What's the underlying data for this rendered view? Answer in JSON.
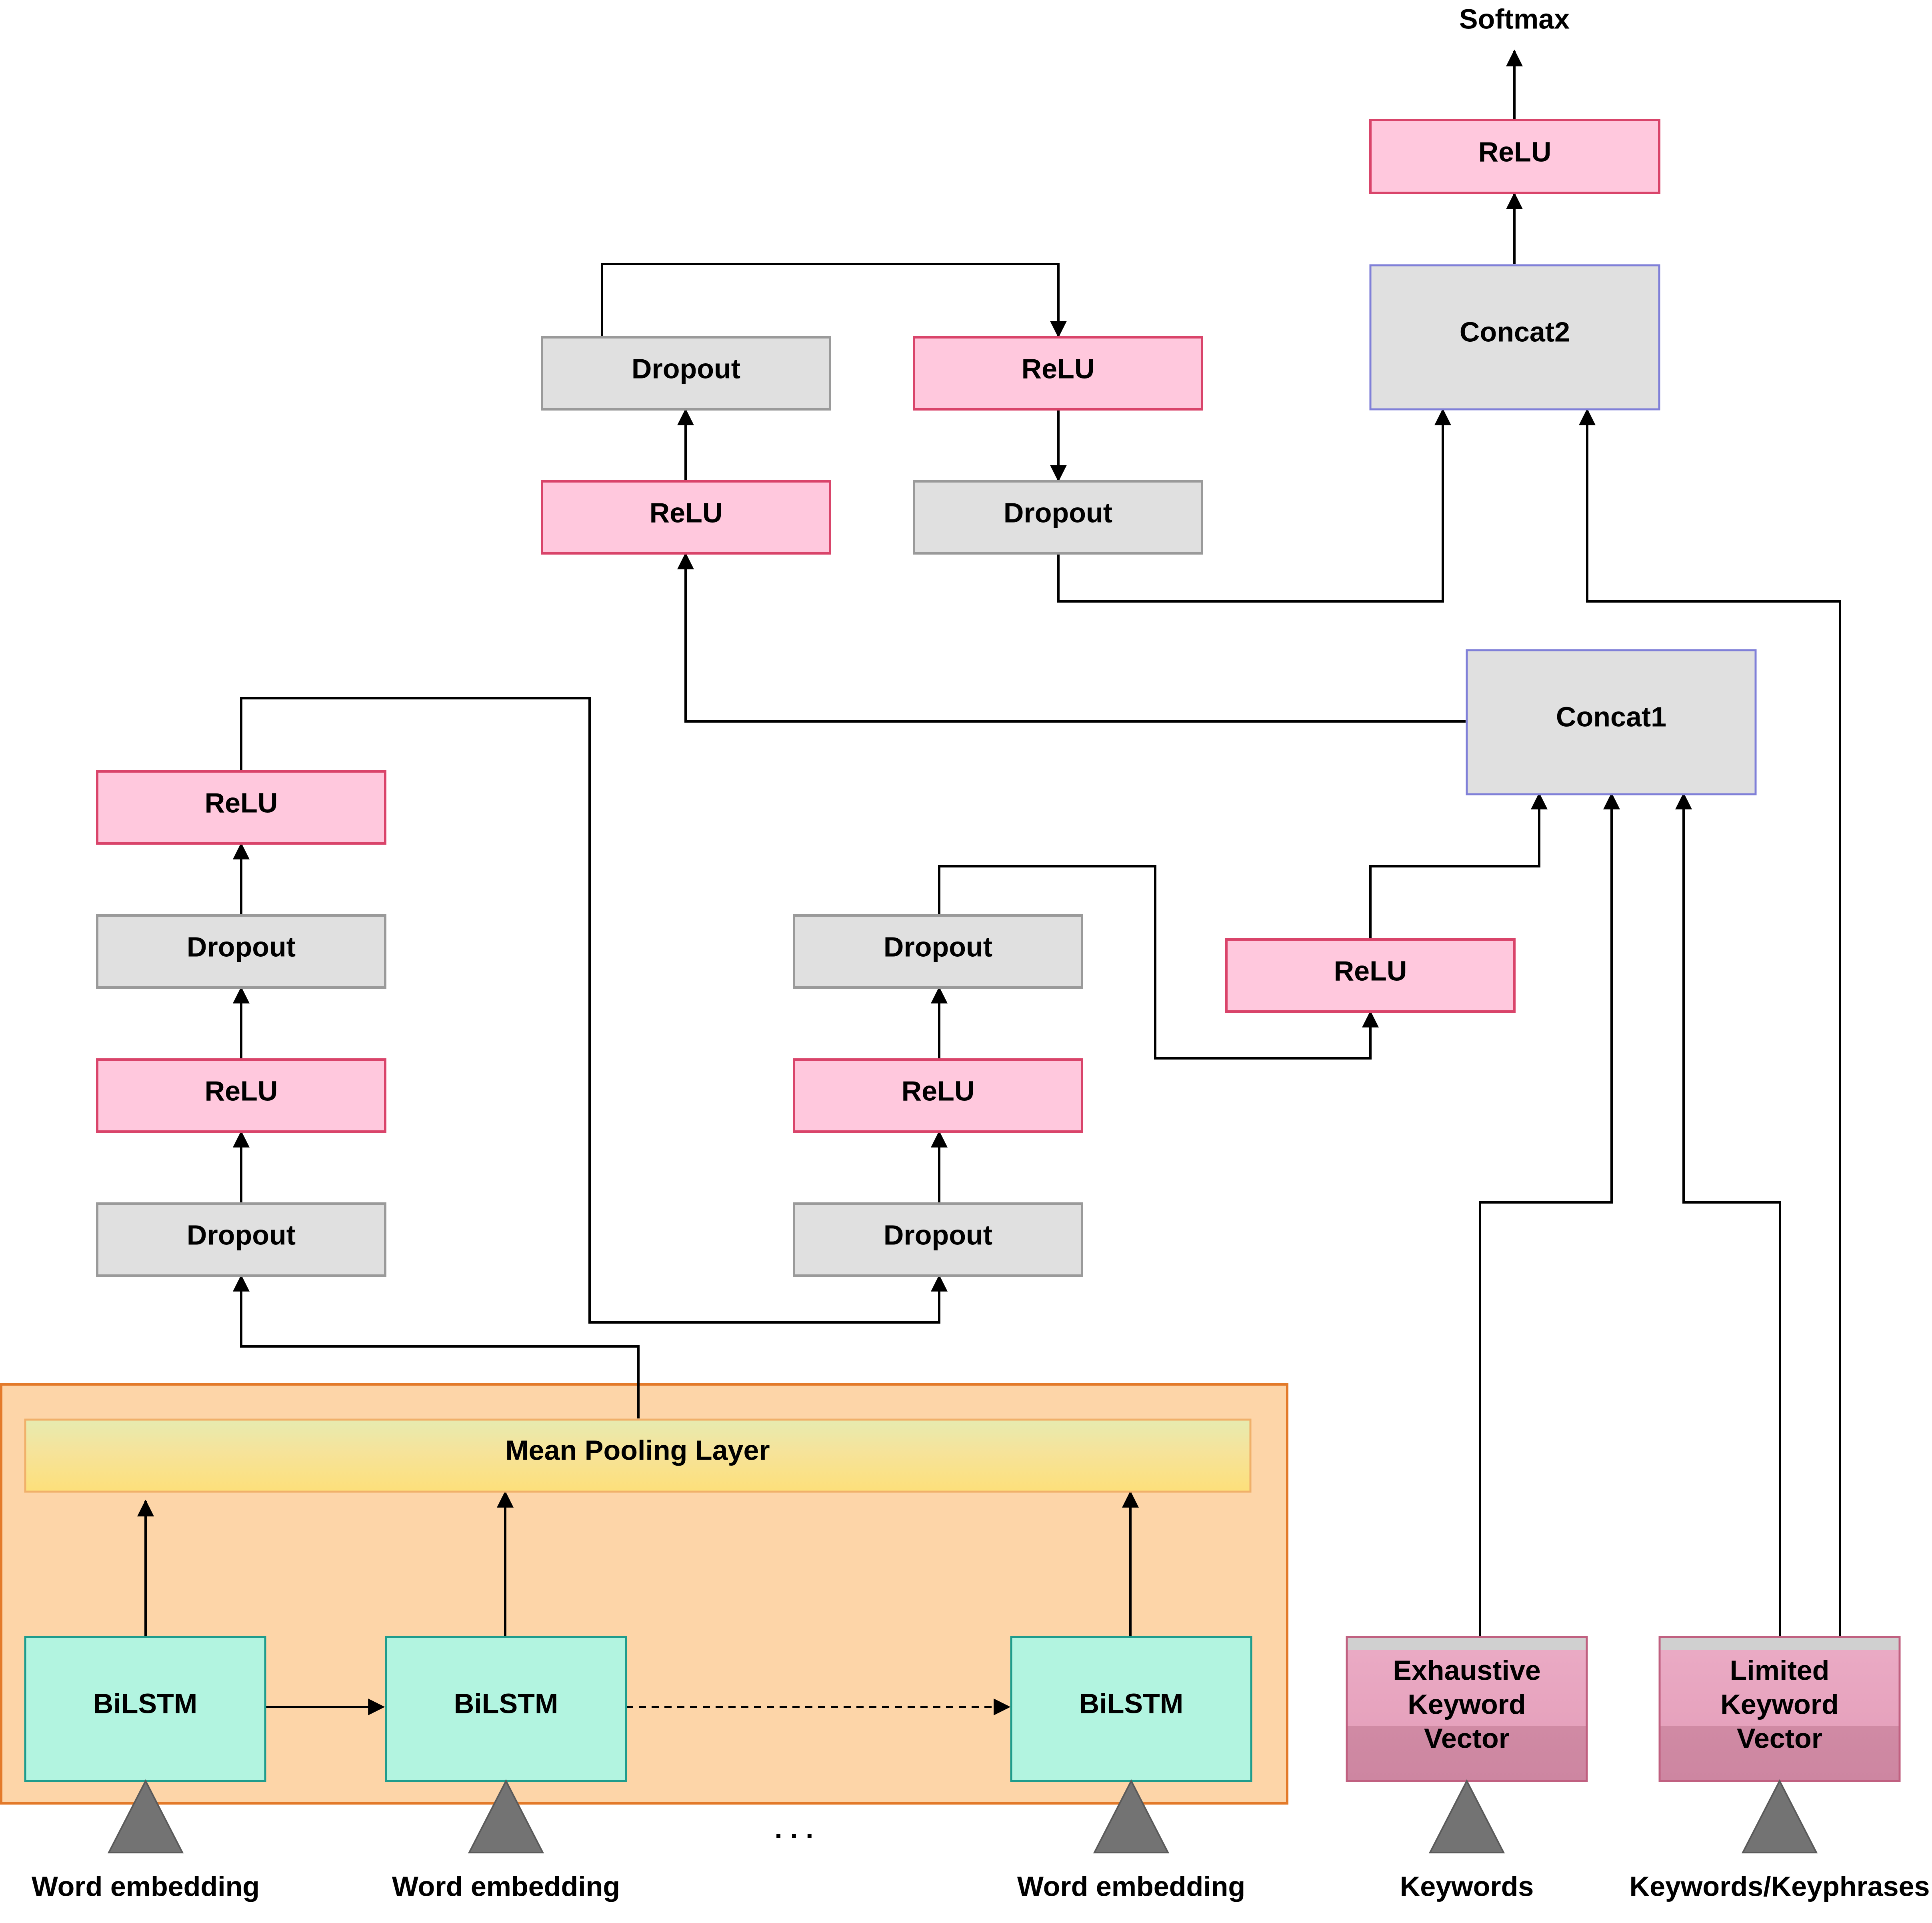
{
  "output": {
    "label": "Softmax"
  },
  "top_relu": {
    "label": "ReLU"
  },
  "concat2": {
    "label": "Concat2"
  },
  "concat1": {
    "label": "Concat1"
  },
  "branch_mid": {
    "dropout_top": "Dropout",
    "relu_right": "ReLU",
    "relu_bottom": "ReLU",
    "dropout_right": "Dropout"
  },
  "stack_left": {
    "relu_top": "ReLU",
    "dropout_upper": "Dropout",
    "relu_lower": "ReLU",
    "dropout_bottom": "Dropout"
  },
  "stack_center": {
    "dropout_upper": "Dropout",
    "relu": "ReLU",
    "dropout_bottom": "Dropout"
  },
  "relu_side": {
    "label": "ReLU"
  },
  "pooling": {
    "label": "Mean Pooling Layer"
  },
  "bilstm": [
    "BiLSTM",
    "BiLSTM",
    "BiLSTM"
  ],
  "ellipsis": ". . .",
  "inputs": {
    "word_embedding": [
      "Word embedding",
      "Word embedding",
      "Word embedding"
    ],
    "keywords": "Keywords",
    "keyphrases": "Keywords/Keyphrases"
  },
  "vectors": {
    "exhaustive": [
      "Exhaustive",
      "Keyword",
      "Vector"
    ],
    "limited": [
      "Limited",
      "Keyword",
      "Vector"
    ]
  },
  "colors": {
    "relu_fill": "#ffc8dd",
    "relu_stroke": "#d9446a",
    "dropout_fill": "#e0e0e0",
    "dropout_stroke": "#9a9a9a",
    "concat_fill": "#e0e0e0",
    "concat_stroke": "#8080d8",
    "panel_fill": "#fdd5a8",
    "panel_stroke": "#e37a2a",
    "bilstm_fill": "#b2f4e0",
    "bilstm_stroke": "#1e9c8c",
    "pool_fill": "#fde07a",
    "vector_fill": "#e8a8c0",
    "triangle_fill": "#737373"
  }
}
